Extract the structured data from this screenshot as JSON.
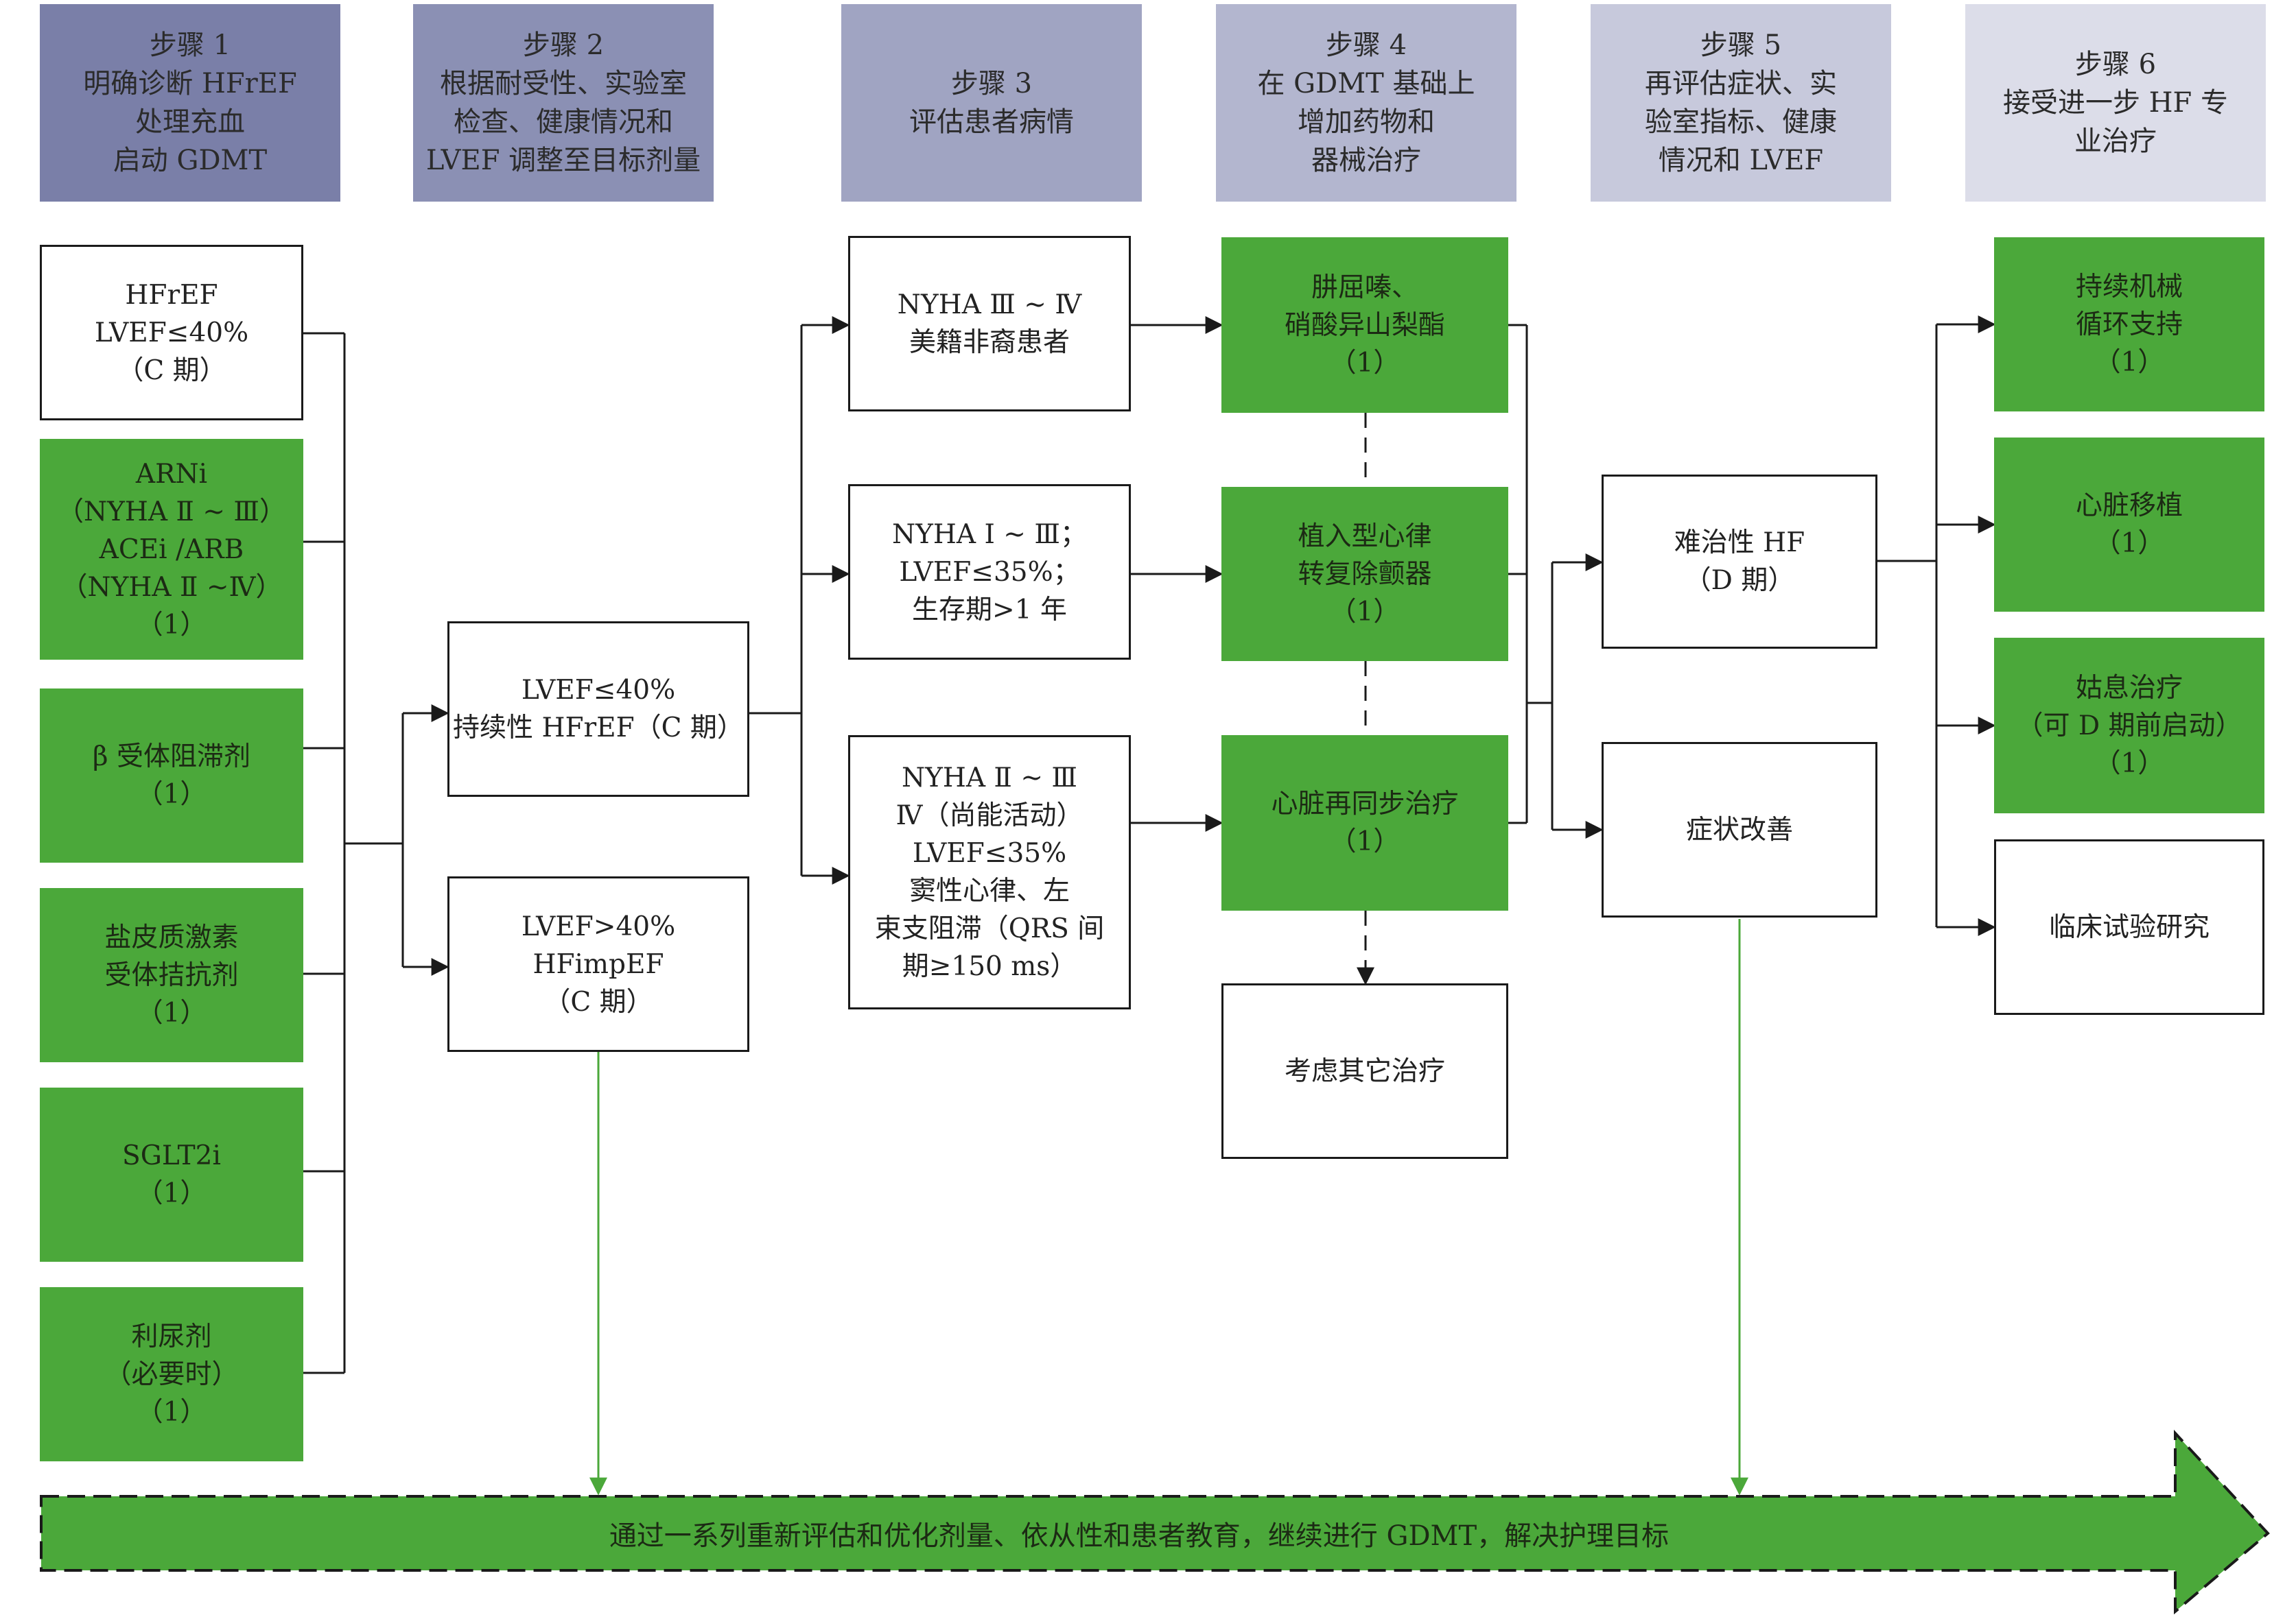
{
  "steps": [
    {
      "lines": [
        "步骤 1",
        "明确诊断 HFrEF",
        "处理充血",
        "启动 GDMT"
      ],
      "color": "#7a7fa8"
    },
    {
      "lines": [
        "步骤 2",
        "根据耐受性、实验室",
        "检查、健康情况和",
        "LVEF 调整至目标剂量"
      ],
      "color": "#8b90b4"
    },
    {
      "lines": [
        "步骤 3",
        "评估患者病情"
      ],
      "color": "#a0a4c2"
    },
    {
      "lines": [
        "步骤 4",
        "在 GDMT 基础上",
        "增加药物和",
        "器械治疗"
      ],
      "color": "#b3b6cf"
    },
    {
      "lines": [
        "步骤 5",
        "再评估症状、实",
        "验室指标、健康",
        "情况和 LVEF"
      ],
      "color": "#c7c9dc"
    },
    {
      "lines": [
        "步骤 6",
        "接受进一步 HF 专",
        "业治疗"
      ],
      "color": "#dcdde9"
    }
  ],
  "col1": [
    {
      "lines": [
        "HFrEF",
        "LVEF≤40%",
        "（C 期）"
      ],
      "green": false
    },
    {
      "lines": [
        "ARNi",
        "（NYHA Ⅱ ~ Ⅲ）",
        "ACEi /ARB",
        "（NYHA Ⅱ ~Ⅳ）",
        "（1）"
      ],
      "green": true
    },
    {
      "lines": [
        "β 受体阻滞剂",
        "（1）"
      ],
      "green": true
    },
    {
      "lines": [
        "盐皮质激素",
        "受体拮抗剂",
        "（1）"
      ],
      "green": true
    },
    {
      "lines": [
        "SGLT2i",
        "（1）"
      ],
      "green": true
    },
    {
      "lines": [
        "利尿剂",
        "（必要时）",
        "（1）"
      ],
      "green": true
    }
  ],
  "col2": [
    {
      "lines": [
        "LVEF≤40%",
        "持续性 HFrEF（C 期）"
      ]
    },
    {
      "lines": [
        "LVEF>40%",
        "HFimpEF",
        "（C 期）"
      ]
    }
  ],
  "col3": [
    {
      "lines": [
        "NYHA Ⅲ ~ Ⅳ",
        "美籍非裔患者"
      ]
    },
    {
      "lines": [
        "NYHA Ⅰ ~ Ⅲ；",
        "LVEF≤35%；",
        "生存期>1 年"
      ]
    },
    {
      "lines": [
        "NYHA Ⅱ ~ Ⅲ",
        "Ⅳ（尚能活动）",
        "LVEF≤35%",
        "窦性心律、左",
        "束支阻滞（QRS 间",
        "期≥150 ms）"
      ]
    }
  ],
  "col4": [
    {
      "lines": [
        "肼屈嗪、",
        "硝酸异山梨酯",
        "（1）"
      ],
      "green": true
    },
    {
      "lines": [
        "植入型心律",
        "转复除颤器",
        "（1）"
      ],
      "green": true
    },
    {
      "lines": [
        "心脏再同步治疗",
        "（1）"
      ],
      "green": true
    },
    {
      "lines": [
        "考虑其它治疗"
      ],
      "green": false
    }
  ],
  "col5": [
    {
      "lines": [
        "难治性 HF",
        "（D 期）"
      ]
    },
    {
      "lines": [
        "症状改善"
      ]
    }
  ],
  "col6": [
    {
      "lines": [
        "持续机械",
        "循环支持",
        "（1）"
      ],
      "green": true
    },
    {
      "lines": [
        "心脏移植",
        "（1）"
      ],
      "green": true
    },
    {
      "lines": [
        "姑息治疗",
        "（可 D 期前启动）",
        "（1）"
      ],
      "green": true
    },
    {
      "lines": [
        "临床试验研究"
      ],
      "green": false
    }
  ],
  "banner": {
    "text": "通过一系列重新评估和优化剂量、依从性和患者教育，继续进行 GDMT，解决护理目标",
    "color": "#4ba83a"
  }
}
